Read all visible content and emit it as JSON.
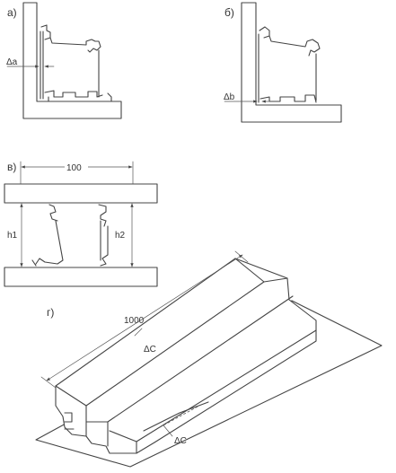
{
  "sections": {
    "a": "а)",
    "b": "б)",
    "v": "в)",
    "g": "г)"
  },
  "dimensions": {
    "delta_a": "Δa",
    "delta_b": "Δb",
    "width_100": "100",
    "h1": "h1",
    "h2": "h2",
    "length_1000": "1000",
    "delta_c_top": "ΔC",
    "delta_c_bottom": "ΔC"
  }
}
